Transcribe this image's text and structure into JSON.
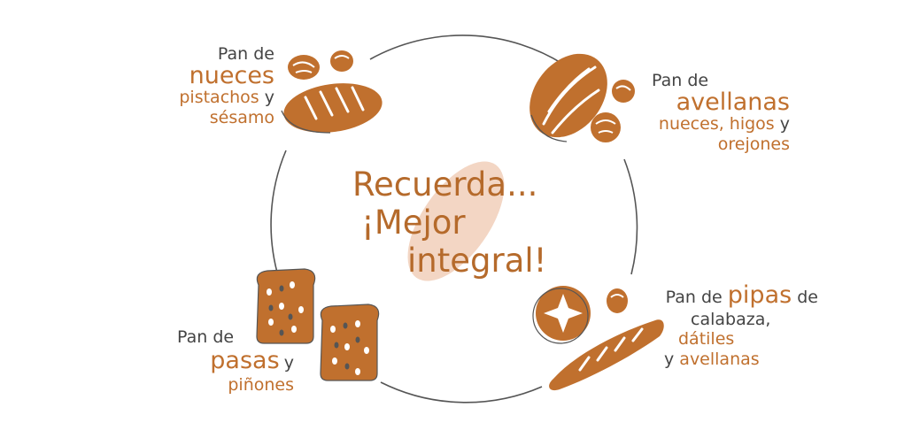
{
  "center": {
    "line1": "Recuerda...",
    "line2": "¡Mejor",
    "line3": "integral!"
  },
  "items": [
    {
      "prefix": "Pan de",
      "main": "nueces",
      "extra1": "pistachos",
      "conj1": "y",
      "extra2": "sésamo"
    },
    {
      "prefix": "Pan de",
      "main": "avellanas",
      "extra1": "nueces, higos",
      "conj1": "y",
      "extra2": "orejones"
    },
    {
      "prefix": "Pan de",
      "main": "pipas",
      "suffix": "de",
      "extra1": "calabaza,",
      "extra2": "dátiles",
      "conj2": "y",
      "extra3": "avellanas"
    },
    {
      "prefix": "Pan de",
      "main": "pasas",
      "conj1": "y",
      "extra1": "piñones"
    }
  ],
  "colors": {
    "bread": "#c0702e",
    "text_dark": "#444444",
    "text_accent": "#c0702e",
    "blob": "#f3d6c4",
    "circle": "#555555"
  }
}
